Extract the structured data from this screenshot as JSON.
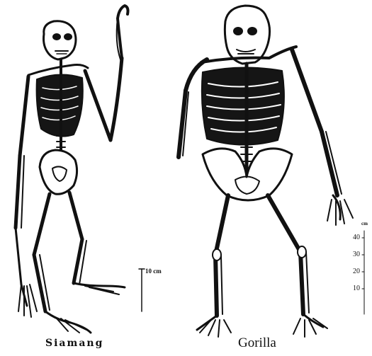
{
  "figure": {
    "label_left": "Siamang",
    "label_right": "Gorilla",
    "scale_bar_left": "10 cm",
    "scale_right": {
      "unit": "cm",
      "ticks": [
        "40",
        "30",
        "20",
        "10"
      ]
    }
  }
}
